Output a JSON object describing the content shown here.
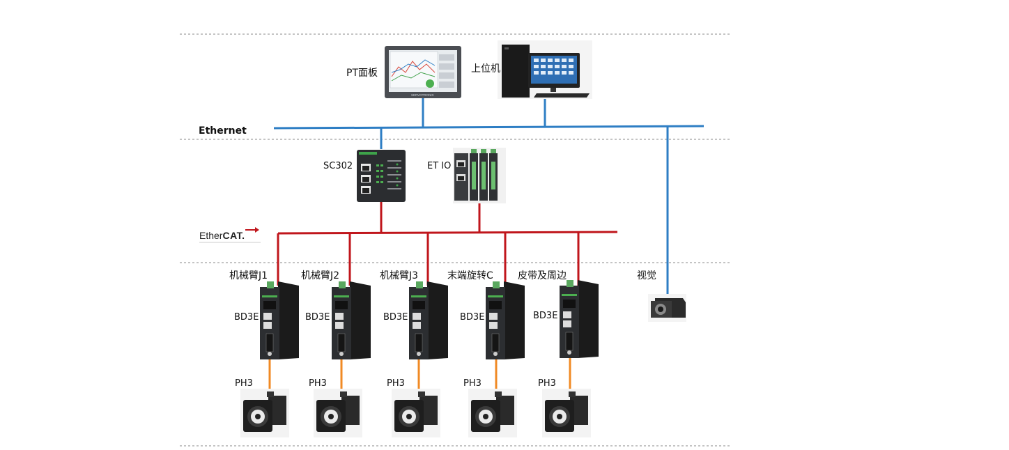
{
  "labels": {
    "pt_panel": "PT面板",
    "host": "上位机",
    "ethernet": "Ethernet",
    "sc302": "SC302",
    "et_io": "ET IO",
    "ethercat_a": "Ether",
    "ethercat_b": "CAT.",
    "vision": "视觉"
  },
  "axes": [
    {
      "group": "机械臂J1",
      "drive": "BD3E",
      "motor": "PH3"
    },
    {
      "group": "机械臂J2",
      "drive": "BD3E",
      "motor": "PH3"
    },
    {
      "group": "机械臂J3",
      "drive": "BD3E",
      "motor": "PH3"
    },
    {
      "group": "末端旋转C",
      "drive": "BD3E",
      "motor": "PH3"
    },
    {
      "group": "皮带及周边",
      "drive": "BD3E",
      "motor": "PH3"
    }
  ],
  "panel_brand": "SERVOTRONIX",
  "colors": {
    "ethernet": "#2e7ec4",
    "ethercat": "#c0161c",
    "motor_cable": "#f08a24",
    "divider": "#888888"
  }
}
